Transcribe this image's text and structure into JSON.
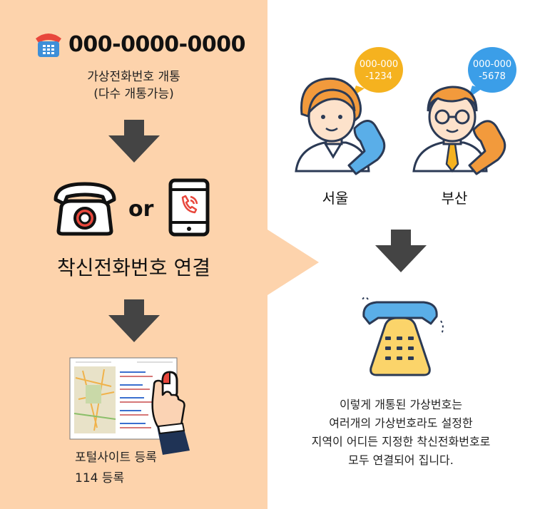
{
  "header": {
    "phone_number": "000-0000-0000"
  },
  "virtual": {
    "line1": "가상전화번호 개통",
    "line2": "(다수 개통가능)"
  },
  "connector_word": "or",
  "connect_title": "착신전화번호 연결",
  "portal": {
    "line1": "포털사이트 등록",
    "line2": "114 등록"
  },
  "people": [
    {
      "city": "서울",
      "bubble_line1": "000-000",
      "bubble_line2": "-1234",
      "bubble_color": "#f5b21f"
    },
    {
      "city": "부산",
      "bubble_line1": "000-000",
      "bubble_line2": "-5678",
      "bubble_color": "#3b9ee8"
    }
  ],
  "description": {
    "line1": "이렇게 개통된 가상번호는",
    "line2": "여러개의 가상번호라도 설정한",
    "line3": "지역이 어디든 지정한 착신전화번호로",
    "line4": "모두 연결되어 집니다."
  },
  "colors": {
    "left_bg": "#fdd3ac",
    "arrow": "#444444",
    "phone_red": "#e8473c",
    "handset_blue": "#5aaee8",
    "phone_yellow": "#fbd46a",
    "skin": "#fde2cb",
    "hair_orange": "#f29a3c"
  }
}
